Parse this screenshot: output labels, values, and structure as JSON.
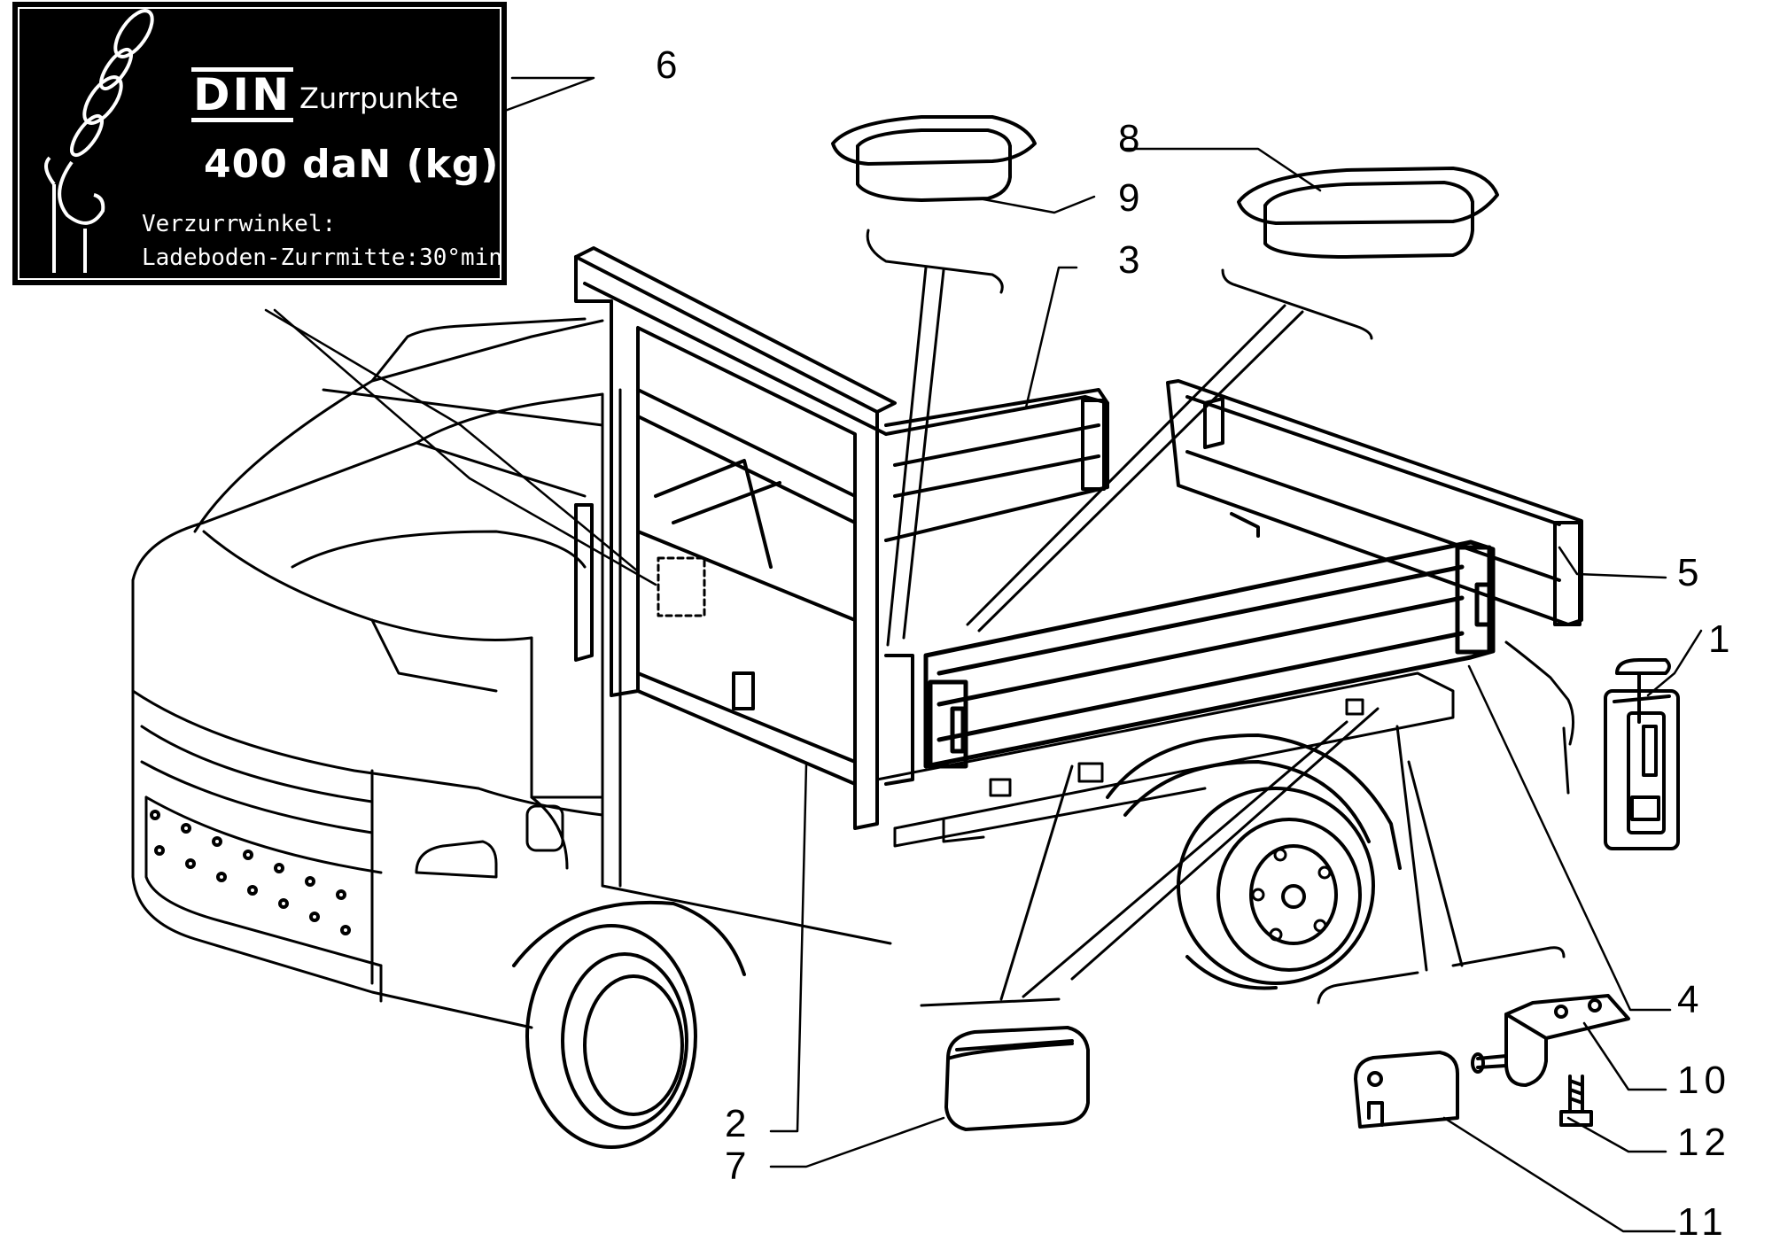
{
  "plate": {
    "standard": "DIN",
    "heading": "Zurrpunkte",
    "load": "400 daN (kg)",
    "line1": "Verzurrwinkel:",
    "line2": "Ladeboden-Zurrmitte:30°min"
  },
  "callouts": {
    "c1": "1",
    "c2": "2",
    "c3": "3",
    "c4": "4",
    "c5": "5",
    "c6": "6",
    "c7": "7",
    "c8": "8",
    "c9": "9",
    "c10": "10",
    "c11": "11",
    "c12": "12"
  },
  "style": {
    "ink": "#000000",
    "paper": "#ffffff"
  }
}
